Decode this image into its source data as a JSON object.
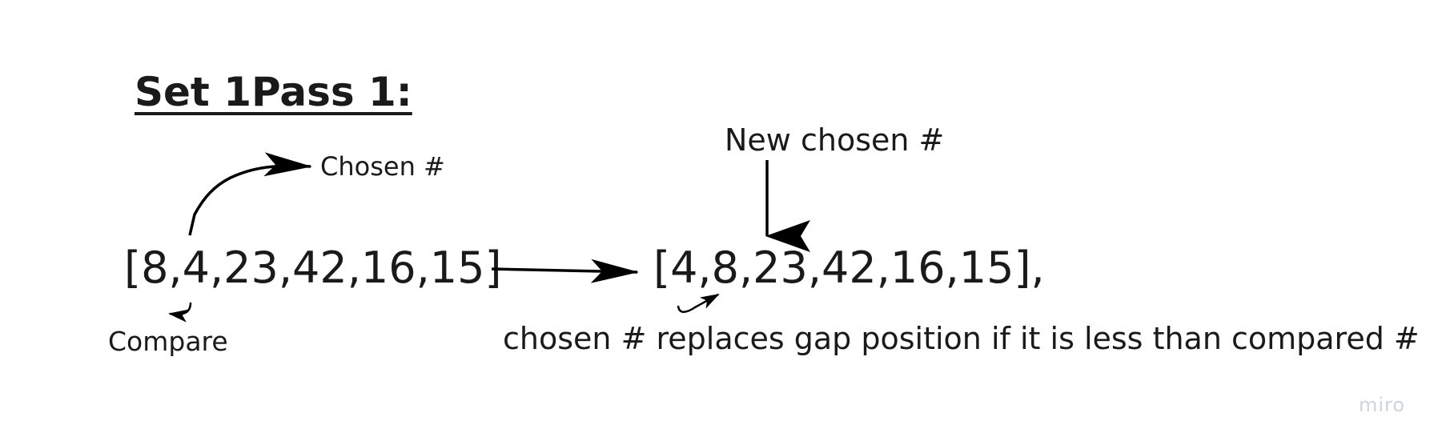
{
  "title": "Set 1Pass 1:",
  "array_before": "[8,4,23,42,16,15]",
  "array_after": "[4,8,23,42,16,15],",
  "labels": {
    "chosen": "Chosen #",
    "new_chosen": "New chosen #",
    "compare": "Compare",
    "note": "chosen # replaces gap position if it is less than compared #"
  },
  "watermark": "miro",
  "colors": {
    "ink": "#1a1a1a",
    "watermark": "#cfd3da",
    "background": "#ffffff"
  }
}
